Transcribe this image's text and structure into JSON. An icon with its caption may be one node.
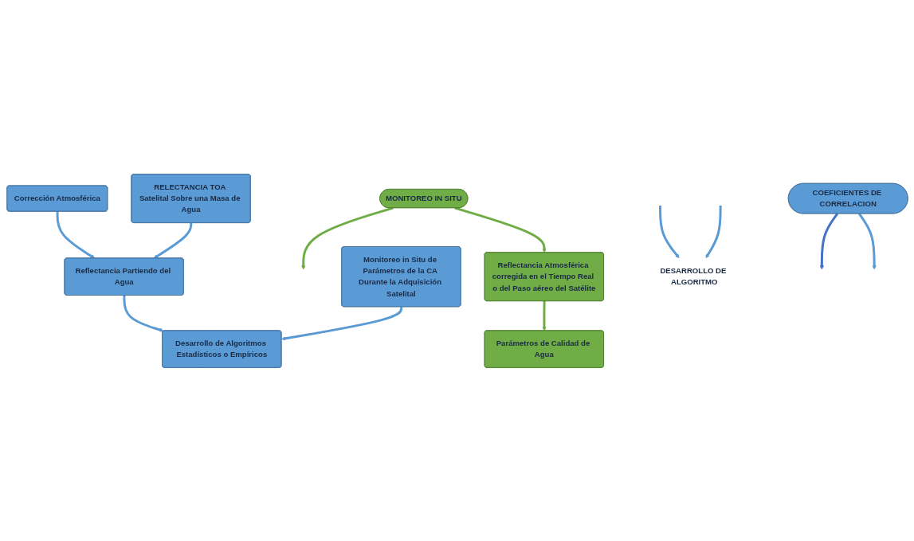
{
  "diagram": {
    "nodes": [
      {
        "text": [
          "COEFICIENTES DE CORRELACION"
        ]
      },
      {
        "text": [
          "MONITOREO IN SITU"
        ]
      },
      {
        "text": [
          "Corrección Atmosférica"
        ]
      },
      {
        "text": [
          "Reflectancia Atmosférica corregida en el Tiempo Real o del Paso aéreo del Satélite"
        ]
      },
      {
        "text": [
          "RELECTANCIA TOA Satelital Sobre una Masa de Agua"
        ]
      },
      {
        "text": [
          "Reflectancia Partiendo del Agua"
        ]
      },
      {
        "text": [
          "Monitoreo in Situ de Parámetros de la CA Durante la Adquisición Satelital"
        ]
      },
      {
        "text": [
          "Desarrollo de Algoritmos Estadísticos o Empíricos"
        ]
      },
      {
        "text": [
          "Parámetros de Calidad de Agua"
        ]
      },
      {
        "text": [
          "DESARROLLO DE ALGORITMO"
        ]
      }
    ],
    "edges": [
      {
        "from": 0,
        "to": null,
        "arrow": "to",
        "color": "#4472c4"
      },
      {
        "from": 1,
        "to": null,
        "arrow": "to",
        "color": "#70ad47"
      },
      {
        "from": 0,
        "to": null,
        "arrow": "to"
      },
      {
        "from": 1,
        "to": 3,
        "arrow": "to",
        "color": "#70ad47"
      },
      {
        "from": 2,
        "to": 5,
        "arrow": "to"
      },
      {
        "from": 4,
        "to": 5,
        "arrow": "to"
      },
      {
        "from": 5,
        "to": 7,
        "arrow": "to"
      },
      {
        "from": 6,
        "to": 7,
        "arrow": "to"
      },
      {
        "from": 3,
        "to": 8,
        "arrow": "to",
        "color": "#70ad47"
      },
      {
        "from": null,
        "to": 9,
        "arrow": "to"
      },
      {
        "from": null,
        "to": 9,
        "arrow": "to"
      }
    ]
  }
}
